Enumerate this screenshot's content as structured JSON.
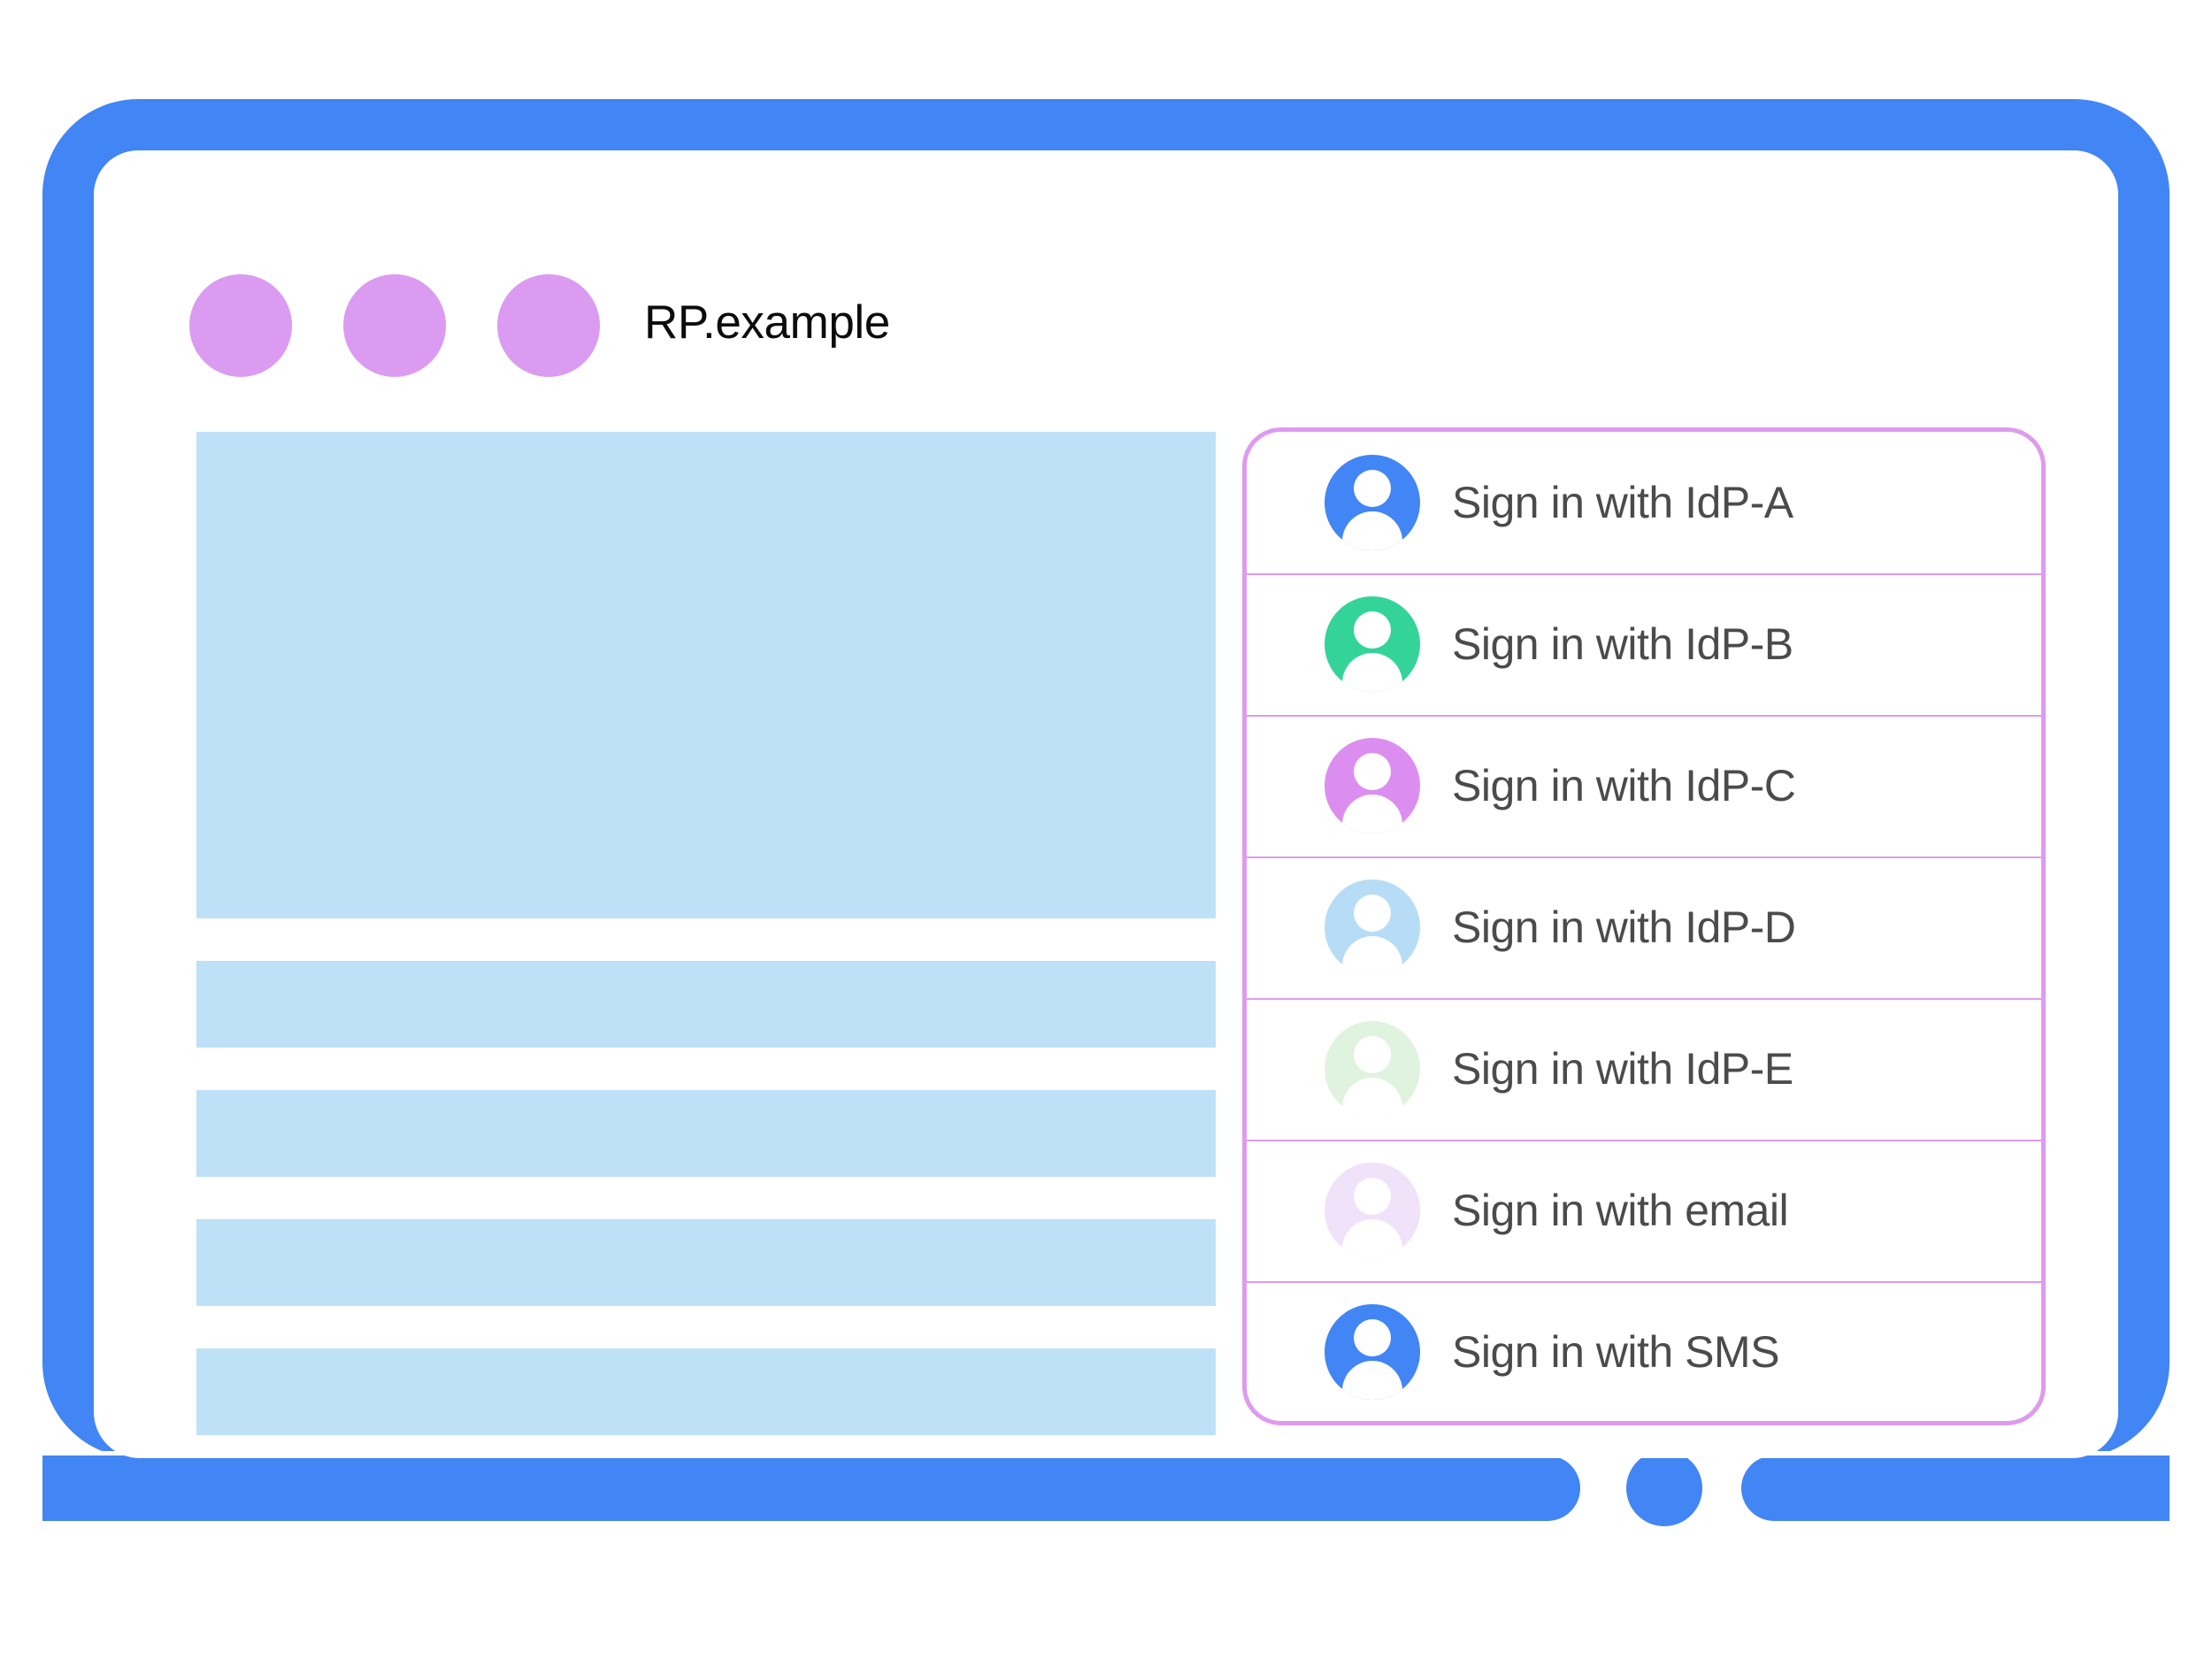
{
  "colors": {
    "brand_blue": "#4285F4",
    "titlebar_dot": "#DB9BF0",
    "placeholder_block": "#BEE1F7",
    "panel_border": "#DE9BEE",
    "row_separator": "#DE9BEE",
    "label_text": "#4b4b4b",
    "title_text": "#0c0c0c"
  },
  "window": {
    "title": "RP.example",
    "dots": [
      {
        "name": "window-dot-1"
      },
      {
        "name": "window-dot-2"
      },
      {
        "name": "window-dot-3"
      }
    ]
  },
  "content": {
    "blocks": [
      {
        "name": "hero-placeholder"
      },
      {
        "name": "text-placeholder-1"
      },
      {
        "name": "text-placeholder-2"
      },
      {
        "name": "text-placeholder-3"
      },
      {
        "name": "text-placeholder-4"
      }
    ]
  },
  "signin_panel": {
    "options": [
      {
        "label": "Sign in with IdP-A",
        "icon": "avatar-icon",
        "avatar_color": "#4285F4"
      },
      {
        "label": "Sign in with IdP-B",
        "icon": "avatar-icon",
        "avatar_color": "#34D399"
      },
      {
        "label": "Sign in with IdP-C",
        "icon": "avatar-icon",
        "avatar_color": "#DB8EF0"
      },
      {
        "label": "Sign in with IdP-D",
        "icon": "avatar-icon",
        "avatar_color": "#B6DDF5"
      },
      {
        "label": "Sign in with IdP-E",
        "icon": "avatar-icon",
        "avatar_color": "#E0F3DF"
      },
      {
        "label": "Sign in with email",
        "icon": "avatar-icon",
        "avatar_color": "#F0E2F8"
      },
      {
        "label": "Sign in with SMS",
        "icon": "avatar-icon",
        "avatar_color": "#4285F4"
      }
    ]
  },
  "device": {
    "home_button": "home-button"
  }
}
